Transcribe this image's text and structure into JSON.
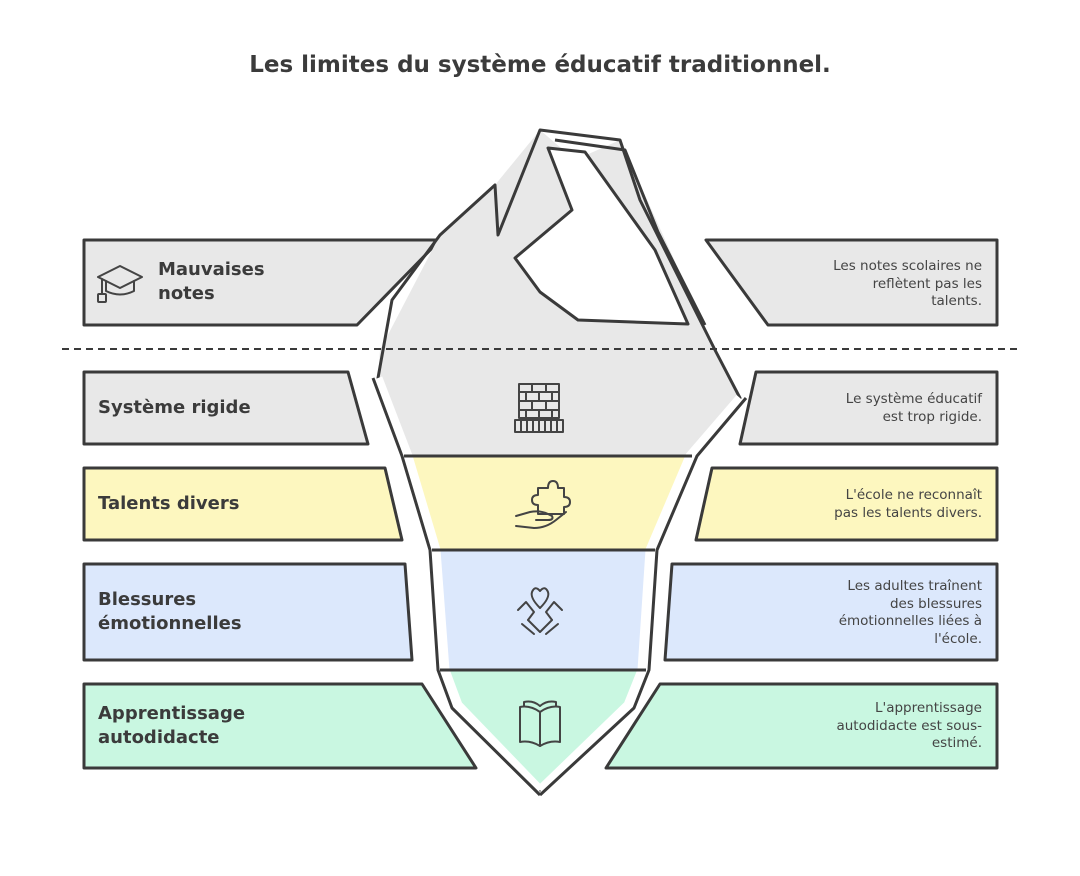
{
  "title": "Les limites du système éducatif traditionnel.",
  "colors": {
    "outline": "#3a3a3a",
    "gray": "#e8e8e8",
    "yellow": "#fdf7bf",
    "blue": "#dce8fc",
    "green": "#c9f7e1",
    "ice_top": "#ffffff"
  },
  "layers": [
    {
      "id": "mauvaises-notes",
      "icon": "graduation-cap-icon",
      "label_lines": [
        "Mauvaises",
        "notes"
      ],
      "desc_lines": [
        "Les notes scolaires ne",
        "reflètent pas les",
        "talents."
      ],
      "color": "gray"
    },
    {
      "id": "systeme-rigide",
      "icon": "brick-wall-icon",
      "label_lines": [
        "Système rigide"
      ],
      "desc_lines": [
        "Le système éducatif",
        "est trop rigide."
      ],
      "color": "gray"
    },
    {
      "id": "talents-divers",
      "icon": "puzzle-hand-icon",
      "label_lines": [
        "Talents divers"
      ],
      "desc_lines": [
        "L'école ne reconnaît",
        "pas les talents divers."
      ],
      "color": "yellow"
    },
    {
      "id": "blessures-emotionnelles",
      "icon": "heart-hands-icon",
      "label_lines": [
        "Blessures",
        "émotionnelles"
      ],
      "desc_lines": [
        "Les adultes traînent",
        "des blessures",
        "émotionnelles liées à",
        "l'école."
      ],
      "color": "blue"
    },
    {
      "id": "apprentissage-autodidacte",
      "icon": "open-book-icon",
      "label_lines": [
        "Apprentissage",
        "autodidacte"
      ],
      "desc_lines": [
        "L'apprentissage",
        "autodidacte est sous-",
        "estimé."
      ],
      "color": "green"
    }
  ]
}
